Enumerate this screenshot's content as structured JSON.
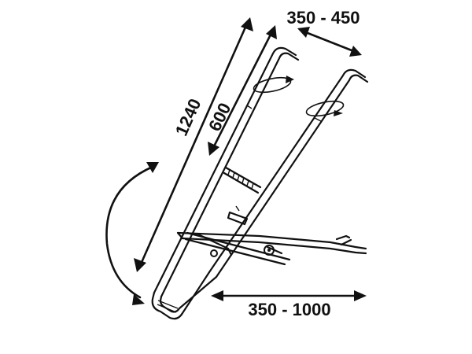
{
  "dimensions": {
    "overall_length": "1240",
    "handle_extension": "600",
    "handle_width": "350 - 450",
    "base_length": "350 - 1000"
  },
  "colors": {
    "line": "#111111",
    "background": "#ffffff"
  },
  "icons": {
    "rotation": "rotate-arrow-icon",
    "tilt": "tilt-arc-arrow-icon"
  }
}
